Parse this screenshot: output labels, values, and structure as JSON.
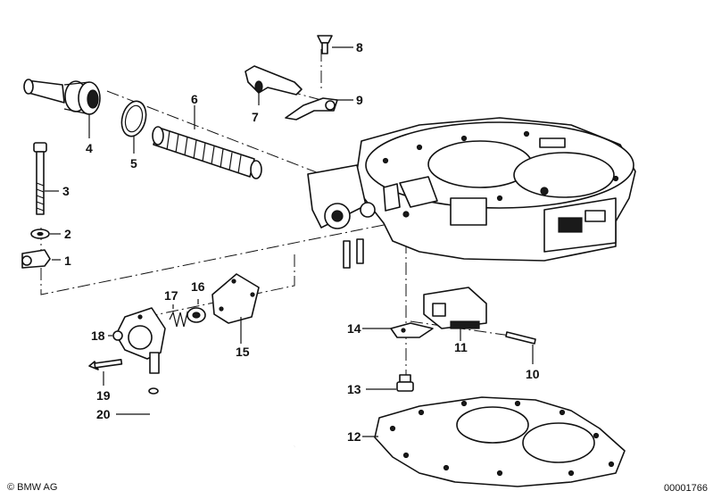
{
  "callouts": [
    {
      "n": "1"
    },
    {
      "n": "2"
    },
    {
      "n": "3"
    },
    {
      "n": "4"
    },
    {
      "n": "5"
    },
    {
      "n": "6"
    },
    {
      "n": "7"
    },
    {
      "n": "8"
    },
    {
      "n": "9"
    },
    {
      "n": "10"
    },
    {
      "n": "11"
    },
    {
      "n": "12"
    },
    {
      "n": "13"
    },
    {
      "n": "14"
    },
    {
      "n": "15"
    },
    {
      "n": "16"
    },
    {
      "n": "17"
    },
    {
      "n": "18"
    },
    {
      "n": "19"
    },
    {
      "n": "20"
    }
  ],
  "footer": {
    "copyright": "© BMW AG",
    "document_number": "00001766"
  }
}
